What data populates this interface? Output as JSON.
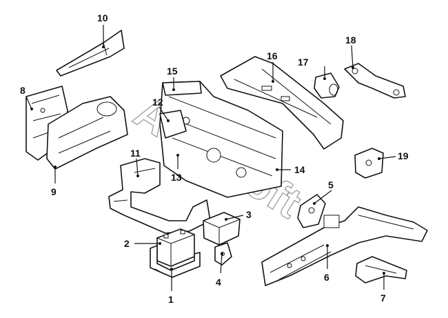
{
  "watermark": "AutoSoft",
  "callouts": [
    "1",
    "2",
    "3",
    "4",
    "5",
    "6",
    "7",
    "8",
    "9",
    "10",
    "11",
    "12",
    "13",
    "14",
    "15",
    "16",
    "17",
    "18",
    "19"
  ],
  "colors": {
    "line": "#111111",
    "background": "#ffffff",
    "watermark": "#555555"
  }
}
